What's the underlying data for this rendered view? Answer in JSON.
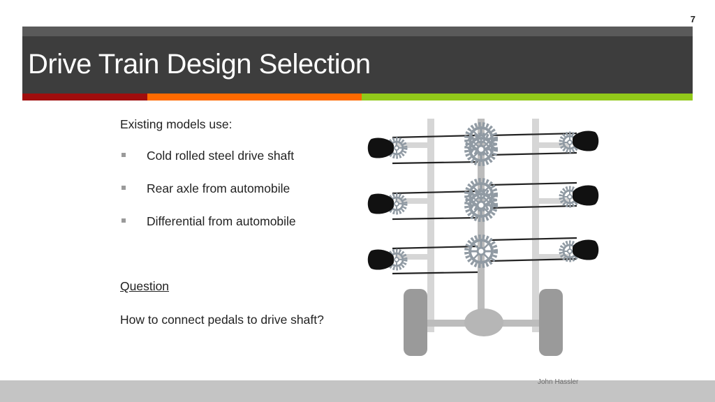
{
  "slide": {
    "number": "7",
    "title": "Drive Train Design Selection",
    "author": "John Hassler"
  },
  "content": {
    "intro": "Existing models use:",
    "bullets": [
      "Cold rolled steel drive shaft",
      "Rear axle from automobile",
      "Differential from automobile"
    ],
    "question_heading": "Question",
    "question_text": "How to connect pedals to drive shaft?"
  },
  "colors": {
    "title_bar": "#3d3d3d",
    "accent_red": "#a00d0d",
    "accent_orange": "#ff6a00",
    "accent_green": "#92c91a",
    "footer": "#c4c4c4"
  }
}
